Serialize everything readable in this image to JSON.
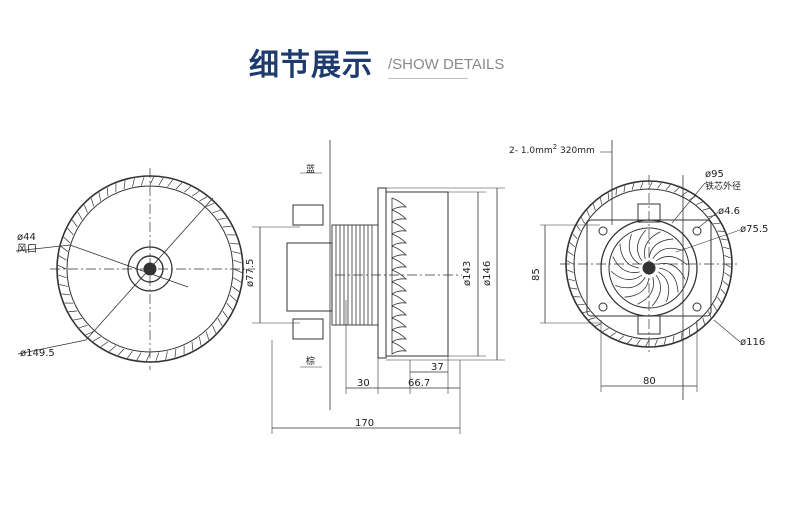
{
  "header": {
    "title_cn": "细节展示",
    "title_en": "/SHOW DETAILS"
  },
  "front_view": {
    "outlet_dia": "ø44",
    "outlet_label": "风口",
    "outer_dia": "ø149.5"
  },
  "side_view": {
    "wire_blue": "蓝",
    "wire_brown": "棕",
    "dim_shaft_dia": "ø77.5",
    "dim_body_dia": "ø143",
    "dim_outer_dia": "ø146",
    "dim_37": "37",
    "dim_30": "30",
    "dim_66_7": "66.7",
    "dim_170": "170"
  },
  "rear_view": {
    "wire_spec_prefix": "2- 1.0mm",
    "wire_spec_sup": "2",
    "wire_spec_suffix": " 320mm",
    "core_dia": "ø95",
    "core_label": "铁芯外径",
    "hole_dia": "ø4.6",
    "fan_dia": "ø75.5",
    "base_dia": "ø116",
    "dim_85": "85",
    "dim_80": "80"
  }
}
